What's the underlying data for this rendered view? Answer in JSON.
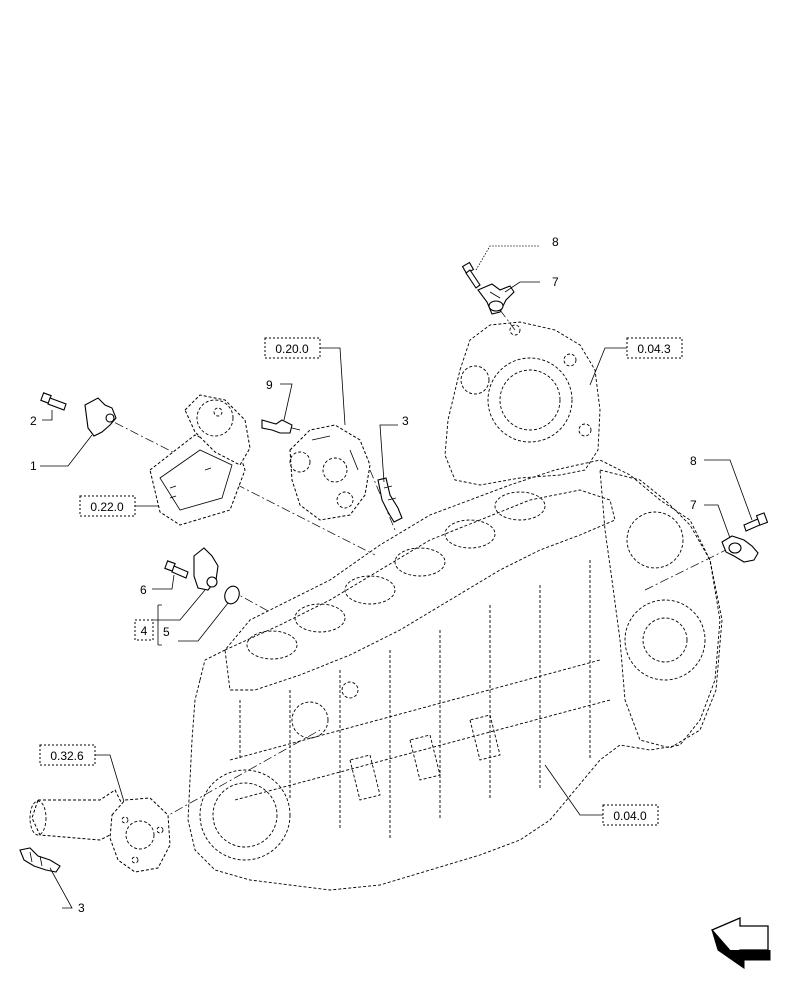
{
  "reference_boxes": {
    "ref_0_20_0": "0.20.0",
    "ref_0_04_3": "0.04.3",
    "ref_0_22_0": "0.22.0",
    "ref_0_32_6": "0.32.6",
    "ref_0_04_0": "0.04.0"
  },
  "callouts": {
    "item_8_top": "8",
    "item_7_top": "7",
    "item_9": "9",
    "item_3_upper": "3",
    "item_2": "2",
    "item_1": "1",
    "item_8_right": "8",
    "item_7_right": "7",
    "item_6": "6",
    "item_4": "4",
    "item_5": "5",
    "item_3_lower": "3"
  },
  "icons": {
    "direction": "front-arrow-icon"
  }
}
